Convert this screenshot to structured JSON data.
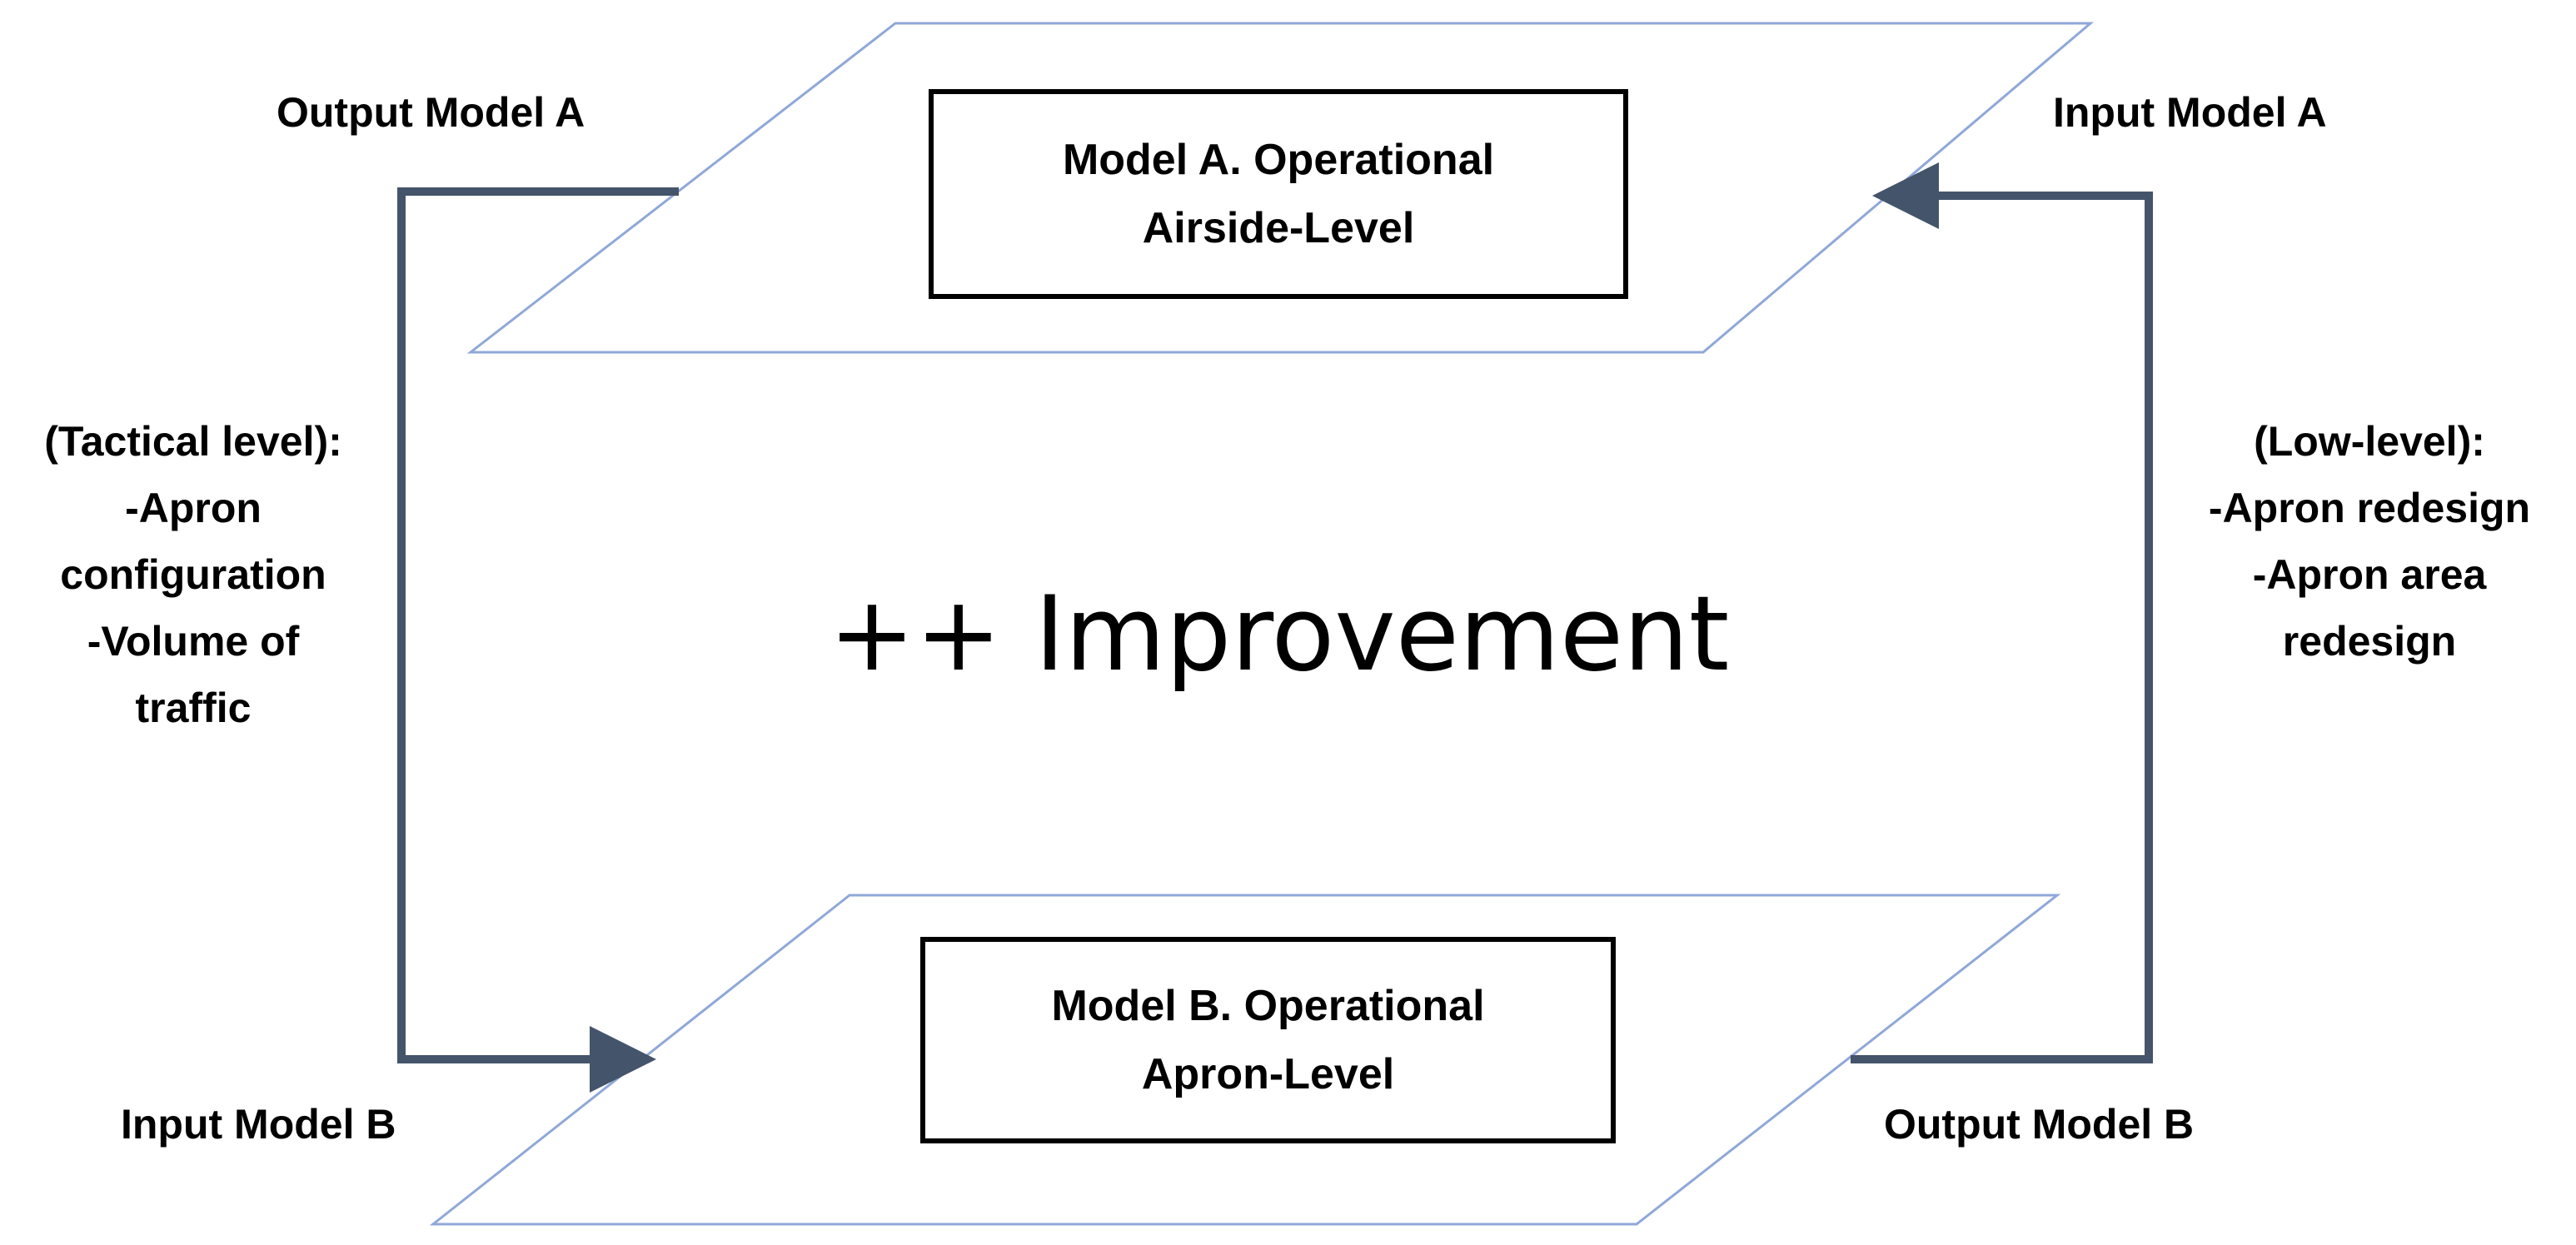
{
  "top_plane": {
    "box": {
      "line1": "Model A. Operational",
      "line2": "Airside-Level"
    }
  },
  "bottom_plane": {
    "box": {
      "line1": "Model B. Operational",
      "line2": "Apron-Level"
    }
  },
  "labels": {
    "output_model_a": "Output Model A",
    "input_model_a": "Input Model A",
    "input_model_b": "Input Model B",
    "output_model_b": "Output Model B"
  },
  "left_note": {
    "lines": [
      "(Tactical level):",
      "-Apron",
      "configuration",
      "-Volume of",
      "traffic"
    ]
  },
  "right_note": {
    "lines": [
      "(Low-level):",
      "-Apron redesign",
      "-Apron area",
      "redesign"
    ]
  },
  "center": {
    "text": "++ Improvement"
  },
  "colors": {
    "plane_stroke": "#8fa8d8",
    "arrow": "#44546a",
    "text": "#000000"
  }
}
